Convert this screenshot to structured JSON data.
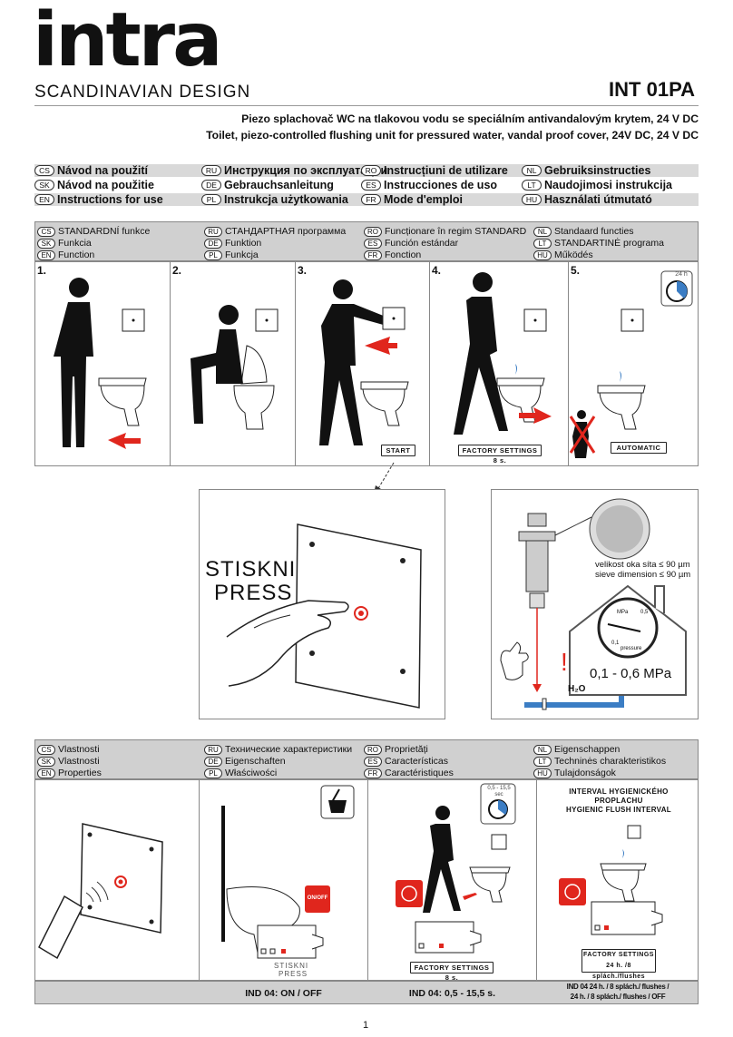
{
  "header": {
    "logo": "intra",
    "logo_sub": "SCANDINAVIAN DESIGN",
    "model": "INT 01PA",
    "desc_cs": "Piezo splachovač WC na tlakovou vodu se speciálním antivandalovým krytem, 24 V DC",
    "desc_en": "Toilet, piezo-controlled flushing unit for pressured water, vandal proof cover, 24V DC, 24 V DC"
  },
  "languages": [
    [
      {
        "code": "CS",
        "text": "Návod na použití"
      },
      {
        "code": "RU",
        "text": "Инструкция по эксплуатации"
      },
      {
        "code": "RO",
        "text": "Instrucțiuni de utilizare"
      },
      {
        "code": "NL",
        "text": "Gebruiksinstructies"
      }
    ],
    [
      {
        "code": "SK",
        "text": "Návod na použitie"
      },
      {
        "code": "DE",
        "text": "Gebrauchsanleitung"
      },
      {
        "code": "ES",
        "text": "Instrucciones de uso"
      },
      {
        "code": "LT",
        "text": "Naudojimosi instrukcija"
      }
    ],
    [
      {
        "code": "EN",
        "text": "Instructions for use"
      },
      {
        "code": "PL",
        "text": "Instrukcja użytkowania"
      },
      {
        "code": "FR",
        "text": "Mode d'emploi"
      },
      {
        "code": "HU",
        "text": "Használati útmutató"
      }
    ]
  ],
  "function_header": [
    [
      {
        "code": "CS",
        "text": "STANDARDNÍ funkce"
      },
      {
        "code": "RU",
        "text": "СТАНДАРТНАЯ программа"
      },
      {
        "code": "RO",
        "text": "Funcționare în regim STANDARD"
      },
      {
        "code": "NL",
        "text": "Standaard functies"
      }
    ],
    [
      {
        "code": "SK",
        "text": "Funkcia"
      },
      {
        "code": "DE",
        "text": "Funktion"
      },
      {
        "code": "ES",
        "text": "Función estándar"
      },
      {
        "code": "LT",
        "text": "STANDARTINĖ programa"
      }
    ],
    [
      {
        "code": "EN",
        "text": "Function"
      },
      {
        "code": "PL",
        "text": "Funkcja"
      },
      {
        "code": "FR",
        "text": "Fonction"
      },
      {
        "code": "HU",
        "text": "Működés"
      }
    ]
  ],
  "steps": {
    "n1": "1.",
    "n2": "2.",
    "n3": "3.",
    "n4": "4.",
    "n5": "5.",
    "start": "START",
    "factory": "FACTORY SETTINGS 8 s.",
    "automatic": "AUTOMATIC",
    "h24": "24 h"
  },
  "press": {
    "line1": "STISKNI",
    "line2": "PRESS"
  },
  "filter": {
    "cs": "velikost oka síta ≤ 90 µm",
    "en": "sieve dimension ≤ 90 µm",
    "pressure": "0,1 - 0,6 MPa",
    "water": "H₂O",
    "exclaim": "!",
    "gauge_unit": "MPa",
    "gauge_sub": "pressure",
    "gauge_a": "0,1",
    "gauge_b": "0,5"
  },
  "properties_header": [
    [
      {
        "code": "CS",
        "text": "Vlastnosti"
      },
      {
        "code": "RU",
        "text": "Технические характеристики"
      },
      {
        "code": "RO",
        "text": "Proprietăți"
      },
      {
        "code": "NL",
        "text": "Eigenschappen"
      }
    ],
    [
      {
        "code": "SK",
        "text": "Vlastnosti"
      },
      {
        "code": "DE",
        "text": "Eigenschaften"
      },
      {
        "code": "ES",
        "text": "Características"
      },
      {
        "code": "LT",
        "text": "Techninės charakteristikos"
      }
    ],
    [
      {
        "code": "EN",
        "text": "Properties"
      },
      {
        "code": "PL",
        "text": "Właściwości"
      },
      {
        "code": "FR",
        "text": "Caractéristiques"
      },
      {
        "code": "HU",
        "text": "Tulajdonságok"
      }
    ]
  ],
  "props": {
    "onoff": "ON/OFF",
    "stiskni": "STISKNI",
    "press": "PRESS",
    "range": "0,5 - 15,5",
    "sec": "sec",
    "factory8": "FACTORY SETTINGS 8 s.",
    "interval_cs1": "INTERVAL HYGIENICKÉHO",
    "interval_cs2": "PROPLACHU",
    "interval_en": "HYGIENIC FLUSH INTERVAL",
    "factory_l1": "FACTORY SETTINGS",
    "factory_l2": "24 h. /8 splách./flushes"
  },
  "footer": {
    "ind1": "IND 04: ON / OFF",
    "ind2": "IND 04: 0,5 - 15,5 s.",
    "ind3a": "IND 04 24 h. / 8 splách./ flushes /",
    "ind3b": "24 h. / 8 splách./ flushes / OFF",
    "page": "1"
  },
  "colors": {
    "red": "#e0261d",
    "blue": "#3b7dc4",
    "grey": "#d0d0d0"
  }
}
